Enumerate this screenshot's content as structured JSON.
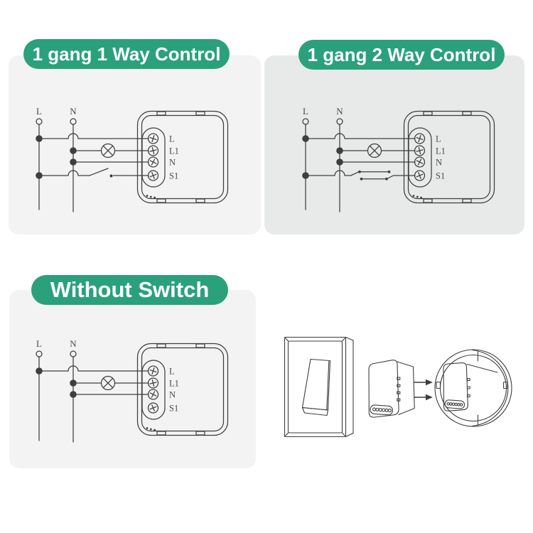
{
  "sheet": {
    "background": "#FFFFFF"
  },
  "colors": {
    "banner_green": "#2AA17B",
    "banner_text": "#FFFFFF",
    "panel_gray_light": "#F3F3F4",
    "panel_gray_dark": "#E8E9E9",
    "line_art": "#3E3E3E"
  },
  "sections": {
    "one_gang_one_way": {
      "title": "1 gang 1 Way Control"
    },
    "one_gang_two_way": {
      "title": "1 gang 2 Way Control"
    },
    "without_switch": {
      "title": "Without Switch"
    }
  },
  "wiring": {
    "live_label": "L",
    "neutral_label": "N",
    "terminals": [
      "L",
      "L1",
      "N",
      "S1"
    ]
  }
}
